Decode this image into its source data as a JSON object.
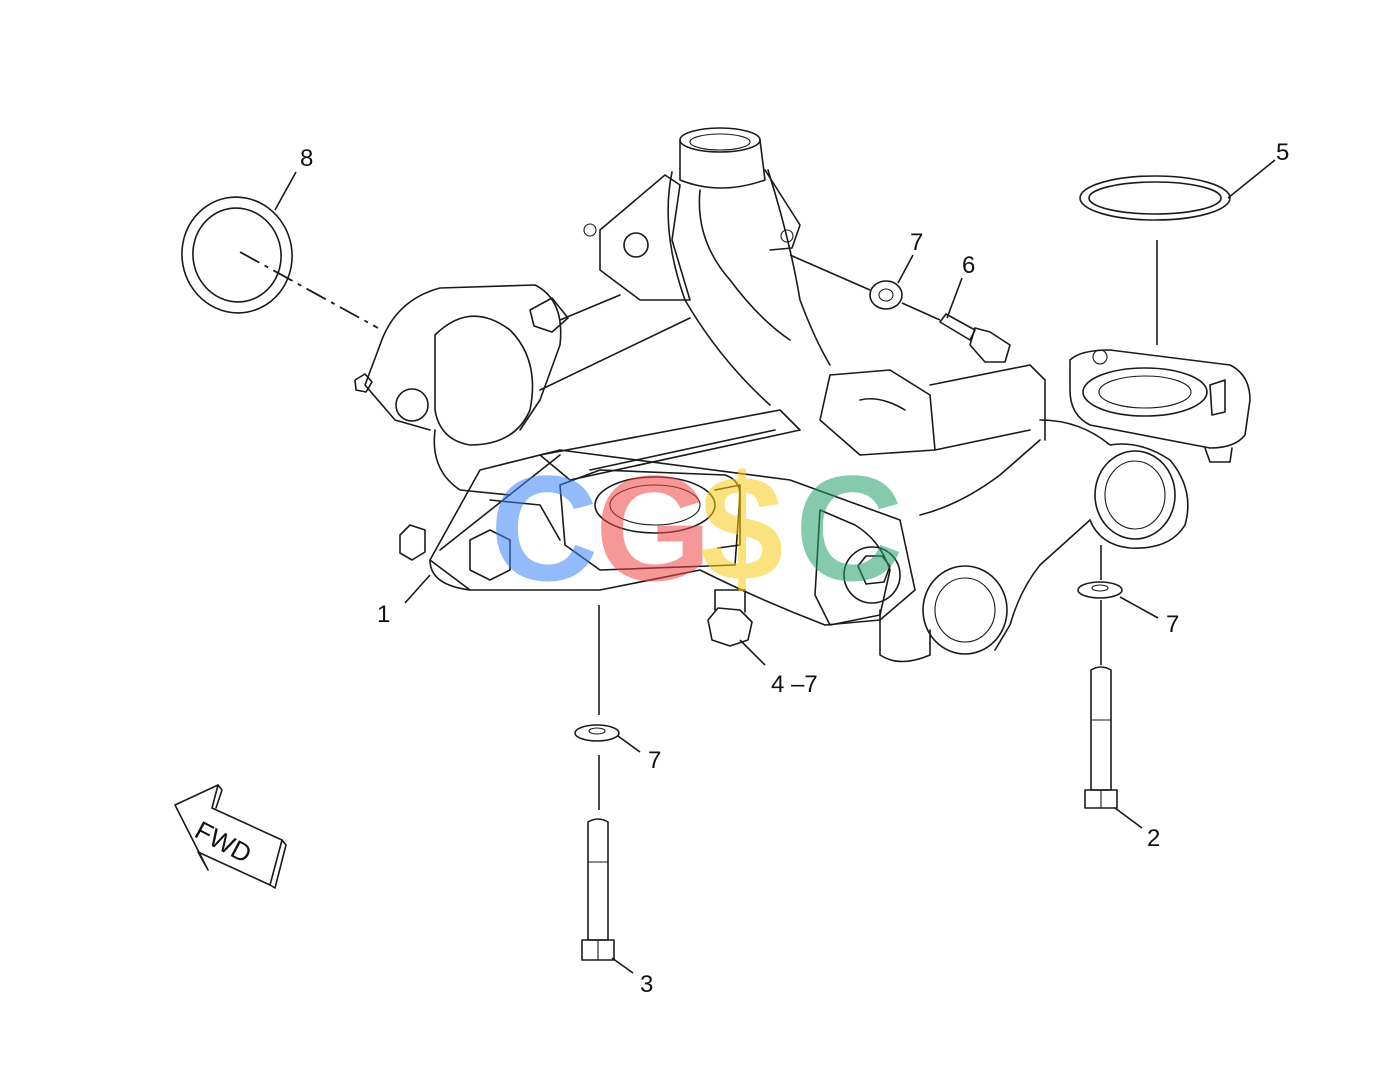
{
  "callouts": {
    "c1": "1",
    "c2": "2",
    "c3": "3",
    "c4": "4 –7",
    "c5": "5",
    "c6": "6",
    "c7a": "7",
    "c7b": "7",
    "c7c": "7",
    "c8": "8"
  },
  "fwd_label": "FWD",
  "watermark": {
    "letters": [
      "C",
      "G",
      "$",
      "C"
    ],
    "colors": [
      "#3b82f6",
      "#ef4444",
      "#facc15",
      "#22a06b"
    ]
  }
}
